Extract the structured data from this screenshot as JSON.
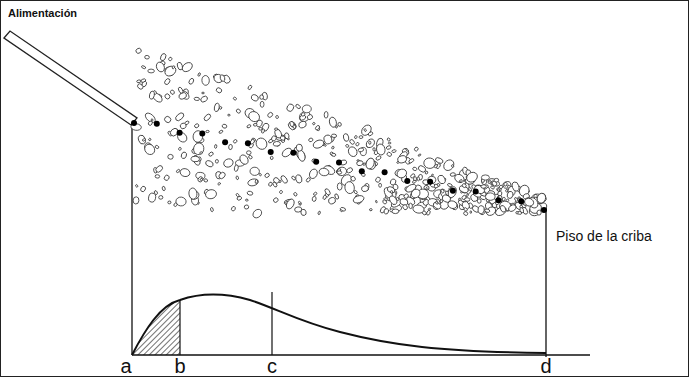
{
  "diagram": {
    "labels": [
      "Alimentación",
      "Piso de la criba",
      "a",
      "b",
      "c",
      "d"
    ]
  }
}
